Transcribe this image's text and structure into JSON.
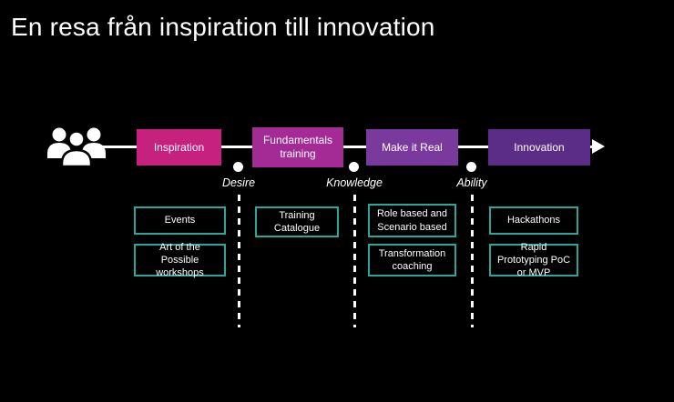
{
  "title": "En resa från inspiration till innovation",
  "colors": {
    "background": "#000000",
    "text": "#ffffff",
    "item_border": "#2aa79c"
  },
  "icons": {
    "people_group": "people-group-icon"
  },
  "journey": {
    "stages": [
      {
        "label": "Inspiration",
        "color": "#c6217e",
        "items": [
          "Events",
          "Art of the Possible workshops"
        ]
      },
      {
        "label": "Fundamentals training",
        "color": "#a42b96",
        "items": [
          "Training Catalogue"
        ]
      },
      {
        "label": "Make it Real",
        "color": "#7a3a9d",
        "items": [
          "Role based and Scenario based",
          "Transformation coaching"
        ]
      },
      {
        "label": "Innovation",
        "color": "#5b2d86",
        "items": [
          "Hackathons",
          "Rapid Prototyping PoC or MVP"
        ]
      }
    ],
    "milestones": [
      {
        "label": "Desire"
      },
      {
        "label": "Knowledge"
      },
      {
        "label": "Ability"
      }
    ]
  }
}
